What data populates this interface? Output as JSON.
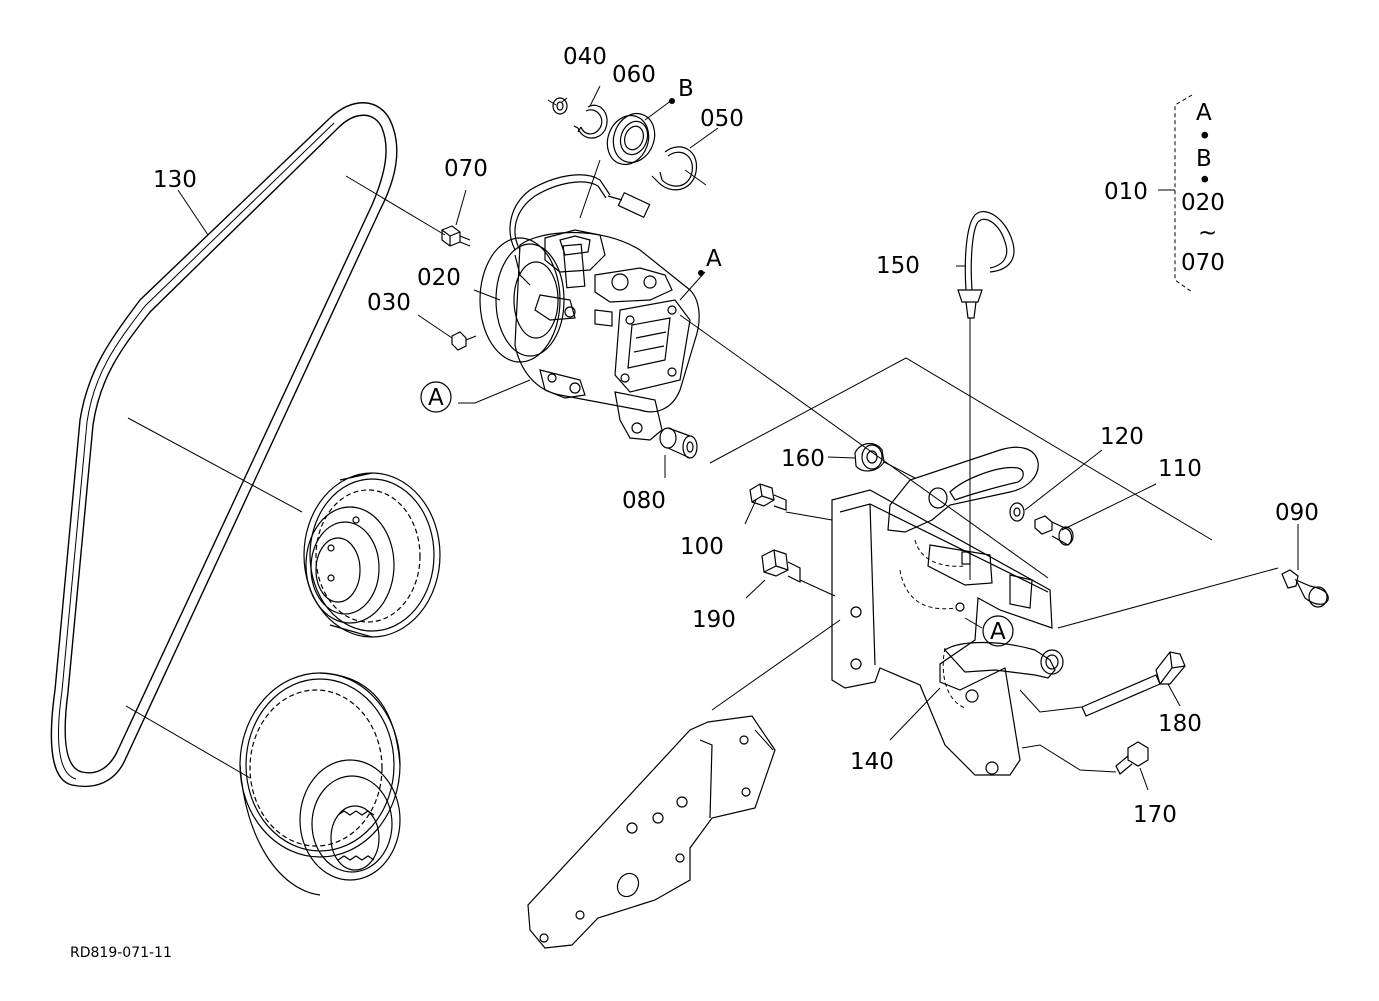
{
  "drawing_code": "RD819-071-11",
  "parts": {
    "p010": "010",
    "p020": "020",
    "p020b": "020",
    "p030": "030",
    "p040": "040",
    "p050": "050",
    "p060": "060",
    "p070": "070",
    "p070b": "070",
    "p080": "080",
    "p090": "090",
    "p100": "100",
    "p110": "110",
    "p120": "120",
    "p130": "130",
    "p140": "140",
    "p150": "150",
    "p160": "160",
    "p170": "170",
    "p180": "180",
    "p190": "190"
  },
  "markers": {
    "A": "A",
    "B": "B",
    "A_callout_1": "A",
    "A_callout_2": "A",
    "legend_A": "A",
    "legend_B": "B",
    "legend_dot1": "•",
    "legend_dot2": "•",
    "legend_tilde": "~"
  }
}
